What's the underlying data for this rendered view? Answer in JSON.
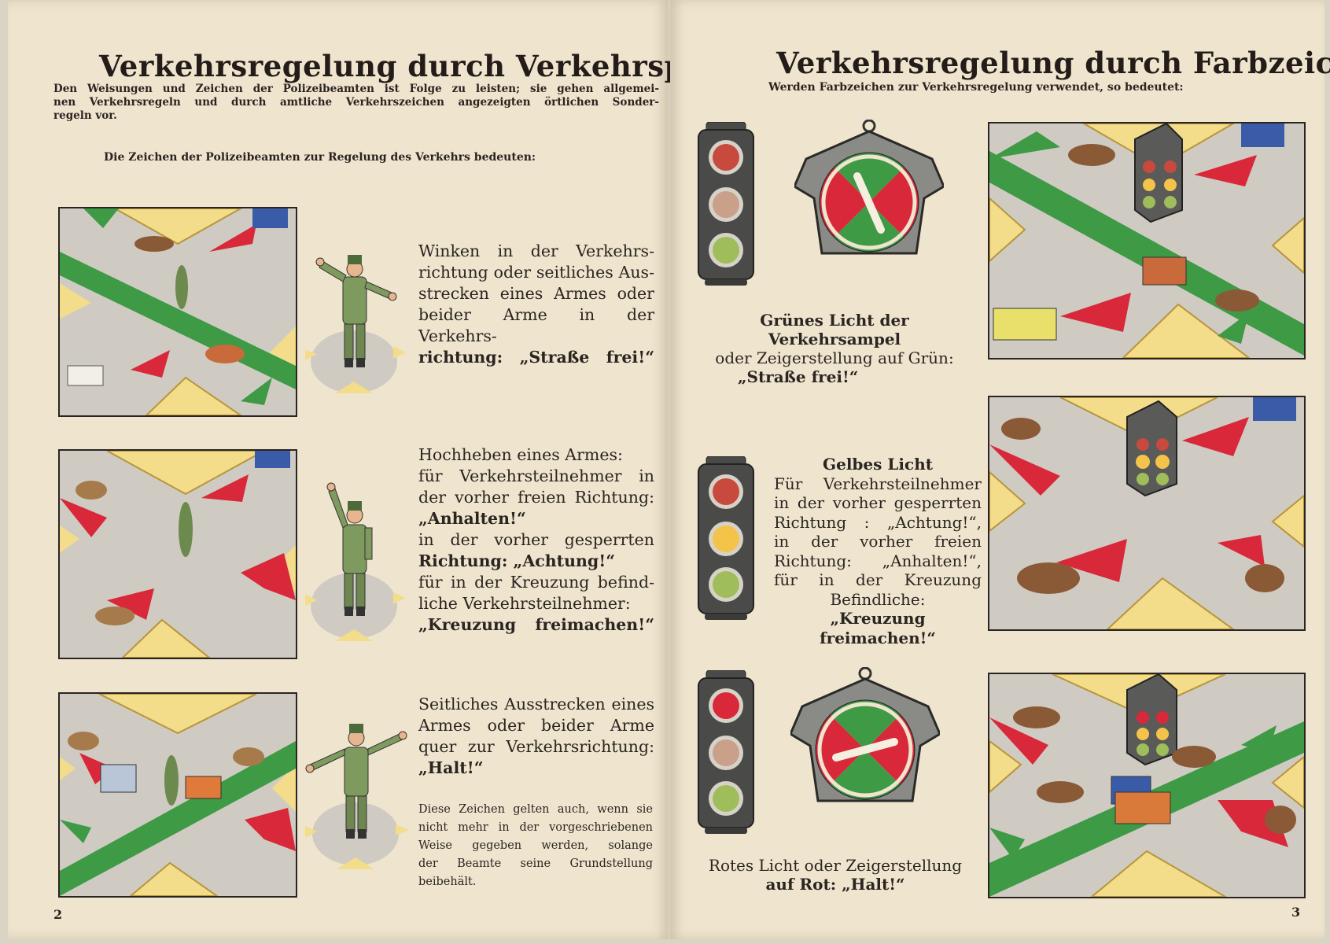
{
  "left": {
    "title": "Verkehrsregelung durch Verkehrspolizei",
    "intro": [
      "Den Weisungen und Zeichen der Polizeibeamten ist Folge zu leisten; sie gehen allgemei-",
      "nen Verkehrsregeln und durch amtliche Verkehrszeichen angezeigten örtlichen Sonder-",
      "regeln vor."
    ],
    "subtitle": "Die Zeichen der Polizeibeamten zur Regelung des Verkehrs bedeuten:",
    "caption1": [
      "Winken in der Verkehrs-",
      "richtung oder seitliches Aus-",
      "strecken eines Armes oder",
      "beider Arme in der Verkehrs-",
      "richtung: „Straße frei!“"
    ],
    "caption2": [
      "Hochheben eines Armes:",
      "für Verkehrsteilnehmer in",
      "der vorher freien Richtung:",
      "„Anhalten!“",
      "in der vorher gesperrten",
      "Richtung: „Achtung!“",
      "für in der Kreuzung befind-",
      "liche Verkehrsteilnehmer:",
      "„Kreuzung freimachen!“"
    ],
    "caption3": [
      "Seitliches Ausstrecken eines",
      "Armes oder beider Arme",
      "quer zur Verkehrsrichtung:",
      "„Halt!“"
    ],
    "note": [
      "Diese Zeichen gelten auch, wenn sie",
      "nicht mehr in der vorgeschriebenen",
      "Weise gegeben werden, solange",
      "der Beamte seine Grundstellung",
      "beibehält."
    ],
    "page_number": "2"
  },
  "right": {
    "title": "Verkehrsregelung durch Farbzeichen",
    "subtitle": "Werden Farbzeichen zur Verkehrsregelung verwendet, so bedeutet:",
    "green_caption": [
      "Grünes Licht der Verkehrsampel",
      "oder Zeigerstellung auf Grün:",
      "„Straße frei!“"
    ],
    "yellow_caption": [
      "Gelbes Licht",
      "Für Verkehrsteilnehmer",
      "in der vorher gesperrten",
      "Richtung : „Achtung!“,",
      "in der vorher freien",
      "Richtung: „Anhalten!“,",
      "für in der Kreuzung",
      "Befindliche:",
      "„Kreuzung freimachen!“"
    ],
    "red_caption": [
      "Rotes Licht oder Zeigerstellung",
      "auf Rot: „Halt!“"
    ],
    "page_number": "3"
  },
  "colors": {
    "paper": "#efe5cf",
    "road": "#cfcbc3",
    "green": "#3e9a45",
    "red": "#d8283a",
    "yellow": "#f3dc8a",
    "signal_body": "#4a4a48",
    "officer_uniform": "#7f9a5e"
  }
}
